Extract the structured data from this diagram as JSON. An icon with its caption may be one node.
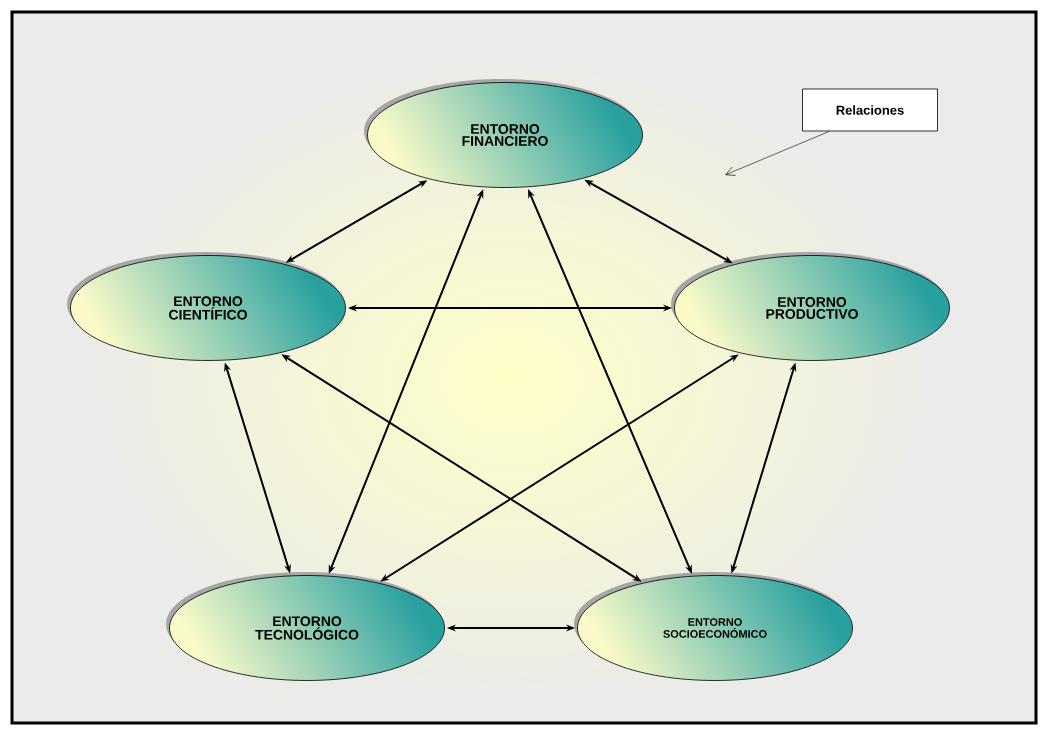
{
  "diagram": {
    "nodes": [
      {
        "text": [
          "ENTORNO FINANCIERO"
        ]
      },
      {
        "text": [
          "ENTORNO CIENTÍFICO"
        ]
      },
      {
        "text": [
          "ENTORNO PRODUCTIVO"
        ]
      },
      {
        "text": [
          "ENTORNO TECNOLÓGICO"
        ]
      },
      {
        "text": [
          "ENTORNO SOCIOECONÓMICO"
        ]
      },
      {
        "text": [
          "Relaciones"
        ]
      }
    ],
    "edges": [
      {
        "from": 0,
        "to": 1,
        "arrow": "both"
      },
      {
        "from": 0,
        "to": 2,
        "arrow": "both"
      },
      {
        "from": 1,
        "to": 2,
        "arrow": "both"
      },
      {
        "from": 0,
        "to": 3,
        "arrow": "both"
      },
      {
        "from": 0,
        "to": 4,
        "arrow": "both"
      },
      {
        "from": 1,
        "to": 4,
        "arrow": "both"
      },
      {
        "from": 2,
        "to": 3,
        "arrow": "both"
      },
      {
        "from": 1,
        "to": 3,
        "arrow": "both"
      },
      {
        "from": 2,
        "to": 4,
        "arrow": "both"
      },
      {
        "from": 3,
        "to": 4,
        "arrow": "both"
      },
      {
        "from": 5,
        "to": null,
        "arrow": "to"
      }
    ]
  }
}
